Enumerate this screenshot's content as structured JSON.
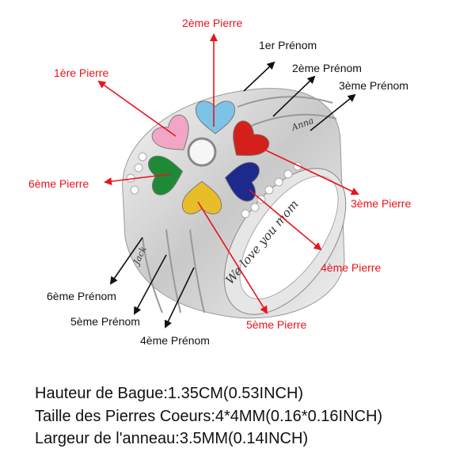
{
  "stones": [
    {
      "label": "1ère Pierre",
      "color": "#f2a6c6"
    },
    {
      "label": "2ème Pierre",
      "color": "#7cc3e6"
    },
    {
      "label": "3ème Pierre",
      "color": "#d4201a"
    },
    {
      "label": "4ème Pierre",
      "color": "#1d2a8c"
    },
    {
      "label": "5ème Pierre",
      "color": "#e8bd2a"
    },
    {
      "label": "6ème Pierre",
      "color": "#1f8a35"
    }
  ],
  "names": [
    "1er Prénom",
    "2ème Prénom",
    "3ème Prénom",
    "4ème Prénom",
    "5ème Prénom",
    "6ème Prénom"
  ],
  "engravings": {
    "band3": "Anna",
    "band6": "Jack",
    "inside": "We love you mom"
  },
  "specs": [
    "Hauteur de Bague:1.35CM(0.53INCH)",
    "Taille des Pierres Coeurs:4*4MM(0.16*0.16INCH)",
    "Largeur de l'anneau:3.5MM(0.14INCH)"
  ]
}
